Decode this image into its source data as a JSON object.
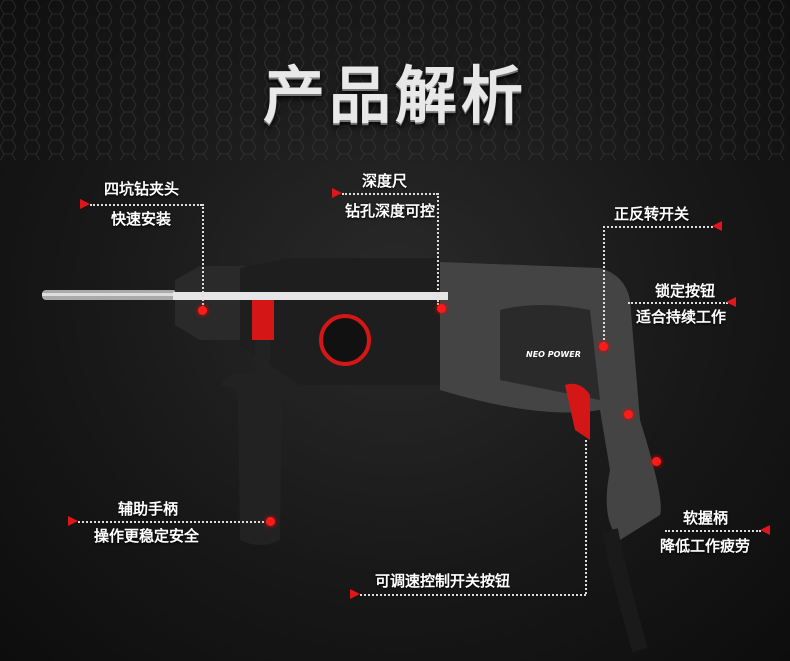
{
  "title": "产品解析",
  "brand": "NEO POWER",
  "accent_color": "#e0161b",
  "callouts": {
    "chuck": {
      "title": "四坑钻夹头",
      "desc": "快速安装"
    },
    "depth_gauge": {
      "title": "深度尺",
      "desc": "钻孔深度可控"
    },
    "reverse_switch": {
      "title": "正反转开关"
    },
    "lock_button": {
      "title": "锁定按钮",
      "desc": "适合持续工作"
    },
    "aux_handle": {
      "title": "辅助手柄",
      "desc": "操作更稳定安全"
    },
    "soft_grip": {
      "title": "软握柄",
      "desc": "降低工作疲劳"
    },
    "speed_trigger": {
      "title": "可调速控制开关按钮"
    }
  }
}
